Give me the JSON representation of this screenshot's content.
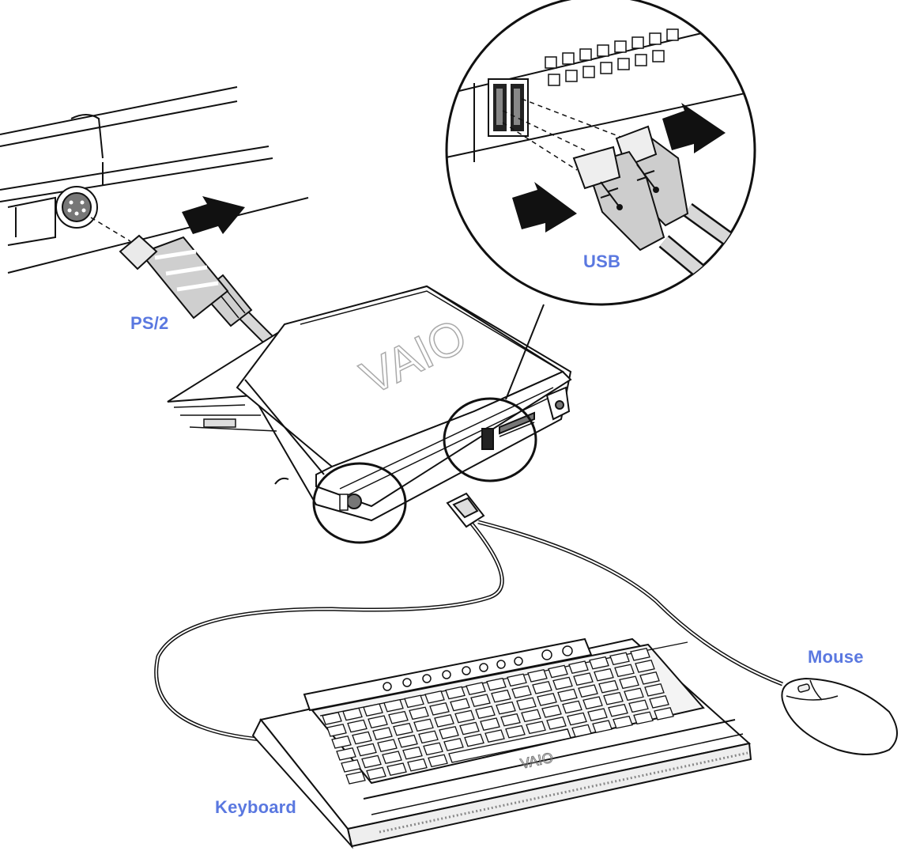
{
  "labels": {
    "ps2": "PS/2",
    "usb": "USB",
    "mouse": "Mouse",
    "keyboard": "Keyboard"
  },
  "colors": {
    "label": "#5a78e0",
    "line": "#111111",
    "fill": "#ffffff",
    "gray": "#d4d4d4",
    "dark": "#222222"
  },
  "icons": [
    "arrow-icon",
    "usb-symbol-icon",
    "vaio-logo"
  ]
}
